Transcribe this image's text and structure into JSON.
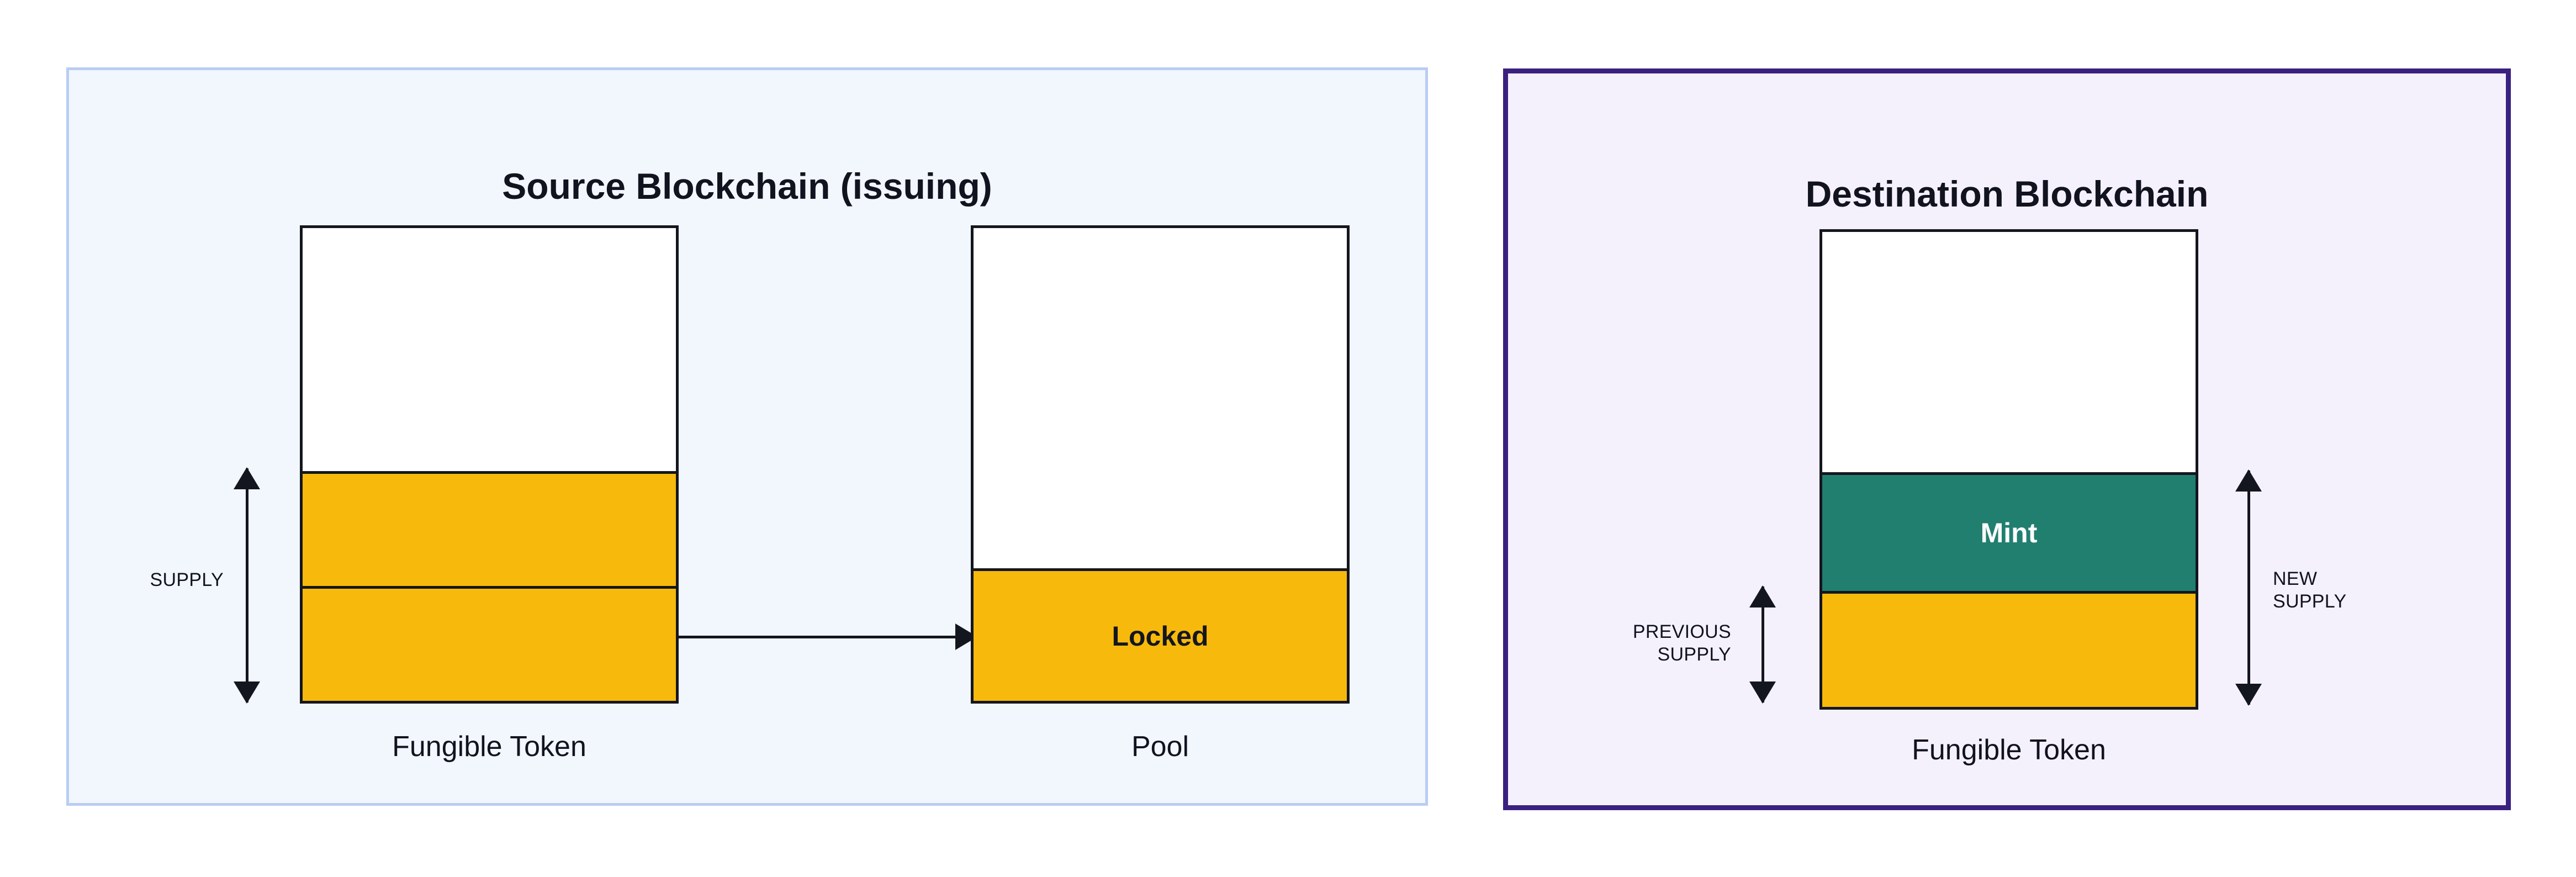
{
  "diagram": {
    "type": "lock-and-mint-token-bridge",
    "panels": [
      {
        "id": "source",
        "title": "Source Blockchain (issuing)",
        "background_color": "#f2f6fd",
        "border_color": "#b9cdf3",
        "boxes": [
          {
            "id": "source-fungible-token",
            "caption": "Fungible Token",
            "segments": [
              {
                "name": "headroom",
                "label": "",
                "color": "#ffffff",
                "fraction": 0.52
              },
              {
                "name": "supply-upper",
                "label": "",
                "color": "#f7b90b",
                "fraction": 0.24
              },
              {
                "name": "supply-lower",
                "label": "",
                "color": "#f7b90b",
                "fraction": 0.24
              }
            ]
          },
          {
            "id": "pool",
            "caption": "Pool",
            "segments": [
              {
                "name": "capacity",
                "label": "",
                "color": "#ffffff",
                "fraction": 0.72
              },
              {
                "name": "locked",
                "label": "Locked",
                "color": "#f7b90b",
                "fraction": 0.28
              }
            ]
          }
        ],
        "measures": [
          {
            "id": "supply",
            "label_lines": [
              "SUPPLY"
            ],
            "orientation": "vertical",
            "double_headed": true
          }
        ],
        "connectors": [
          {
            "id": "lock-transfer",
            "from": "source-fungible-token",
            "to": "pool",
            "orientation": "horizontal",
            "head": "right",
            "label": ""
          }
        ]
      },
      {
        "id": "destination",
        "title": "Destination Blockchain",
        "background_color": "#f4f1fd",
        "border_color": "#3a2180",
        "boxes": [
          {
            "id": "destination-fungible-token",
            "caption": "Fungible Token",
            "segments": [
              {
                "name": "headroom",
                "label": "",
                "color": "#ffffff",
                "fraction": 0.51
              },
              {
                "name": "mint",
                "label": "Mint",
                "color": "#217f70",
                "fraction": 0.25
              },
              {
                "name": "previous-supply",
                "label": "",
                "color": "#f7b90b",
                "fraction": 0.24
              }
            ]
          }
        ],
        "measures": [
          {
            "id": "previous-supply",
            "label_lines": [
              "PREVIOUS",
              "SUPPLY"
            ],
            "orientation": "vertical",
            "double_headed": true
          },
          {
            "id": "new-supply",
            "label_lines": [
              "NEW",
              "SUPPLY"
            ],
            "orientation": "vertical",
            "double_headed": true
          }
        ]
      }
    ],
    "colors": {
      "token_yellow": "#f7b90b",
      "mint_teal": "#217f70",
      "outline": "#14161f",
      "text": "#11131f",
      "source_panel_bg": "#f2f6fd",
      "source_panel_border": "#b9cdf3",
      "destination_panel_bg": "#f4f1fd",
      "destination_panel_border": "#3a2180"
    }
  },
  "source": {
    "title": "Source Blockchain (issuing)",
    "token_box": {
      "caption": "Fungible Token"
    },
    "pool_box": {
      "caption": "Pool",
      "locked_label": "Locked"
    },
    "supply_measure": {
      "label": "SUPPLY"
    }
  },
  "destination": {
    "title": "Destination Blockchain",
    "token_box": {
      "caption": "Fungible Token",
      "mint_label": "Mint"
    },
    "previous_supply_measure": {
      "line1": "PREVIOUS",
      "line2": "SUPPLY"
    },
    "new_supply_measure": {
      "line1": "NEW",
      "line2": "SUPPLY"
    }
  }
}
